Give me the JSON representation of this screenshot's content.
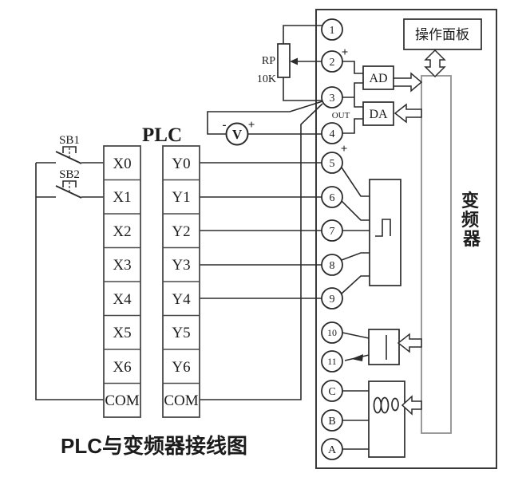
{
  "diagram_title": {
    "text": "PLC与变频器接线图",
    "color": "#2230c0"
  },
  "plc": {
    "title": "PLC",
    "title_color": "#c02a6a",
    "inputs": [
      "X0",
      "X1",
      "X2",
      "X3",
      "X4",
      "X5",
      "X6",
      "COM"
    ],
    "outputs": [
      "Y0",
      "Y1",
      "Y2",
      "Y3",
      "Y4",
      "Y5",
      "Y6",
      "COM"
    ]
  },
  "pushbuttons": {
    "sb1": "SB1",
    "sb2": "SB2"
  },
  "potentiometer": {
    "ref": "RP",
    "value": "10K"
  },
  "voltmeter": {
    "symbol": "V",
    "minus": "-",
    "plus": "+"
  },
  "inverter": {
    "name": "变频器",
    "name_chars": [
      "变",
      "频",
      "器"
    ],
    "name_color": "#ca2f86",
    "panel_label": "操作面板",
    "ad_label": "AD",
    "da_label": "DA",
    "terminal2_plus": "+",
    "out_label": "OUT",
    "terminal4_plus": "+",
    "terminals": [
      "1",
      "2",
      "3",
      "4",
      "5",
      "6",
      "7",
      "8",
      "9",
      "10",
      "11",
      "C",
      "B",
      "A"
    ]
  }
}
